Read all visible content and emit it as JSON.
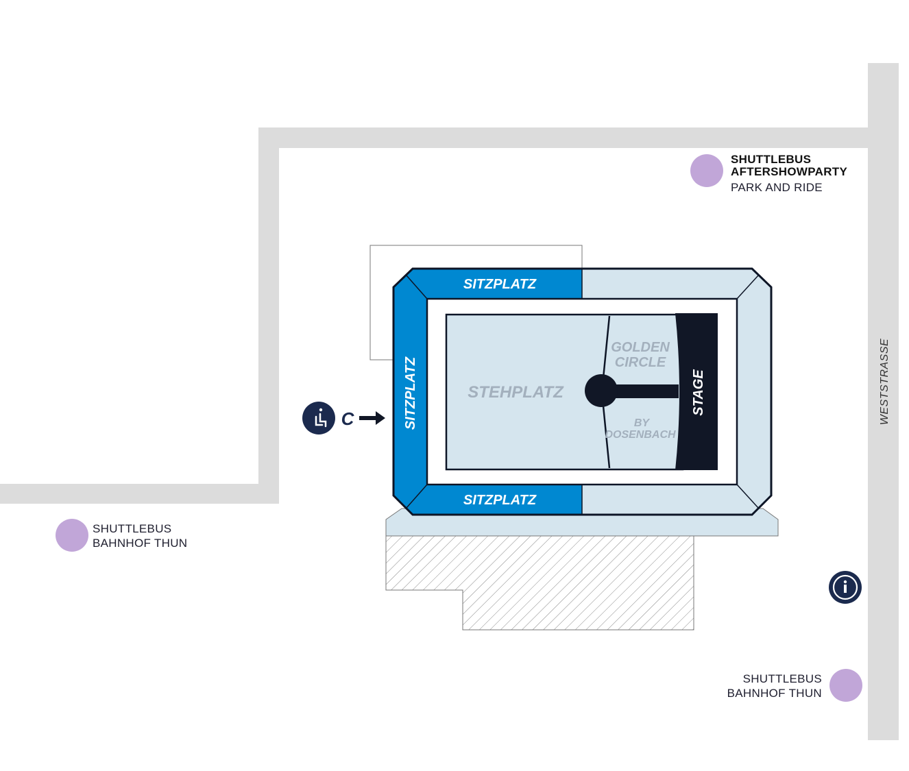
{
  "map": {
    "streets": {
      "weststrasse": "WESTSTRASSE"
    },
    "venue": {
      "sections": {
        "sitzplatz_top": "SITZPLATZ",
        "sitzplatz_left": "SITZPLATZ",
        "sitzplatz_bottom": "SITZPLATZ",
        "stehplatz": "STEHPLATZ",
        "golden_circle_line1": "GOLDEN",
        "golden_circle_line2": "CIRCLE",
        "by_line1": "BY",
        "by_line2": "DOSENBACH",
        "stage": "STAGE"
      },
      "entrance": {
        "letter": "C",
        "icon": "seat-accessible-icon"
      }
    },
    "pois": {
      "aftershow": {
        "line1": "SHUTTLEBUS",
        "line2": "AFTERSHOWPARTY",
        "line3": "PARK AND RIDE"
      },
      "bahnhof_left": {
        "line1": "SHUTTLEBUS",
        "line2": "BAHNHOF THUN"
      },
      "bahnhof_right": {
        "line1": "SHUTTLEBUS",
        "line2": "BAHNHOF THUN"
      },
      "info": {
        "icon": "info-icon"
      }
    },
    "colors": {
      "road": "#dcdcdc",
      "seating": "#0088d1",
      "floor": "#d5e5ee",
      "stage": "#111726",
      "navy": "#1b2a4e",
      "shuttle": "#c1a6d8",
      "zone_text": "#a3b0bd"
    }
  }
}
